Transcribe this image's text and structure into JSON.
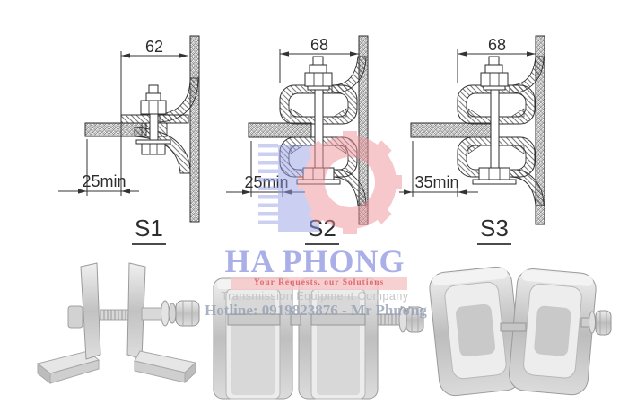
{
  "diagrams": [
    {
      "label": "S1",
      "top_dim": "62",
      "bottom_dim": "25min"
    },
    {
      "label": "S2",
      "top_dim": "68",
      "bottom_dim": "25min"
    },
    {
      "label": "S3",
      "top_dim": "68",
      "bottom_dim": "35min"
    }
  ],
  "watermark": {
    "company": "HA PHONG",
    "slogan": "Your Requests, our Solutions",
    "tagline": "Transmission Equipment Company",
    "hotline": "Hotline: 0919823876 - Mr Phương",
    "colors": {
      "brand_blue": "#8a93de",
      "banner_bg": "#f6c6c9",
      "slogan_red": "#e04b52",
      "tagline_gray": "#c2c2c2",
      "hotline_gray": "#95a0b5",
      "logo_blue": "#99a3e8",
      "logo_red": "#ef9298"
    }
  },
  "photos": [
    {
      "name": "s1-clamp-photo"
    },
    {
      "name": "s2-clamp-photo"
    },
    {
      "name": "s3-clamp-photo"
    }
  ]
}
